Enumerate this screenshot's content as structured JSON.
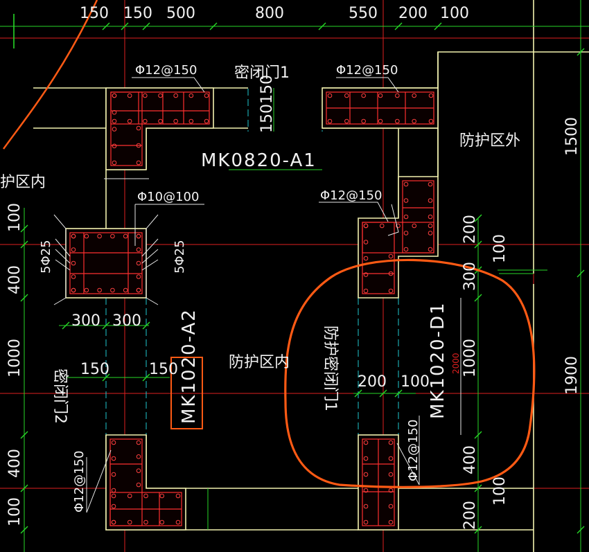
{
  "drawing": {
    "top_dimensions": [
      "150",
      "150",
      "500",
      "800",
      "550",
      "200",
      "100"
    ],
    "right_dimensions": [
      "1500",
      "1900",
      "100",
      "300",
      "1000",
      "400",
      "100",
      "200"
    ],
    "left_dimensions": [
      "100",
      "400",
      "1000",
      "400",
      "100"
    ],
    "column_widths": [
      "300",
      "300"
    ],
    "door_offsets": {
      "left": "150",
      "right": "150",
      "mid_left": "200",
      "mid_right": "100"
    },
    "inner_dim": "2000"
  },
  "labels": {
    "closed_door_1": "密闭门1",
    "closed_door_2": "密闭门2",
    "protective_closed_door": "防护密闭门1",
    "zone_inside": "防护区内",
    "zone_inside_partial": "护区内",
    "zone_outside": "防护区外",
    "tag_a1": "MK0820-A1",
    "tag_a2": "MK1020-A2",
    "tag_d1": "MK1020-D1"
  },
  "rebar_specs": {
    "top_left": "Φ12@150",
    "top_right": "Φ12@150",
    "mid_right": "Φ12@150",
    "column": "Φ10@100",
    "bottom_left": "Φ12@150",
    "bottom_right": "Φ12@150",
    "side_left": "5Φ25",
    "side_right": "5Φ25"
  },
  "colors": {
    "background": "#000000",
    "walls": "#f2f2b0",
    "rebar": "#ff3030",
    "dimensions": "#27d827",
    "grid_axes": "#e02020",
    "cyan_lines": "#20c8d0",
    "highlight_circle": "#ff5a14"
  }
}
